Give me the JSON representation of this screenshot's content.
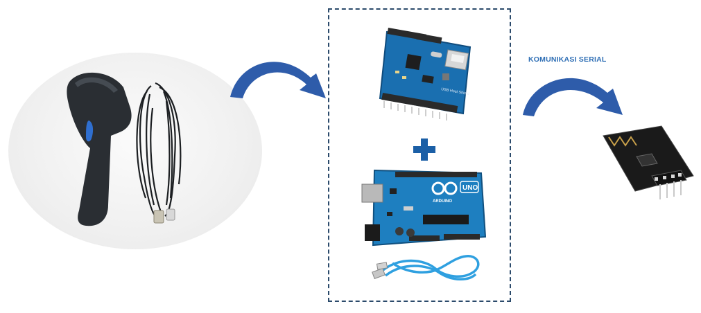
{
  "diagram": {
    "serial_label": "KOMUNIKASI SERIAL"
  },
  "components": [
    {
      "id": "barcode-scanner",
      "icon": "barcode-scanner-with-usb-cable"
    },
    {
      "id": "usb-host-shield",
      "icon": "usb-host-shield-board",
      "board_text": "USB Host Shield"
    },
    {
      "id": "plus",
      "icon": "plus-sign"
    },
    {
      "id": "arduino-uno",
      "icon": "arduino-uno-board",
      "board_text": "UNO",
      "brand_text": "ARDUINO"
    },
    {
      "id": "usb-cable",
      "icon": "blue-usb-cable"
    },
    {
      "id": "esp8266",
      "icon": "esp-01-wifi-module"
    }
  ],
  "colors": {
    "arrow": "#2e5caa",
    "dashed_border": "#2b4a6b",
    "label": "#2f6fb5",
    "board_blue": "#1a6fb0",
    "plus": "#1b5fa6"
  }
}
